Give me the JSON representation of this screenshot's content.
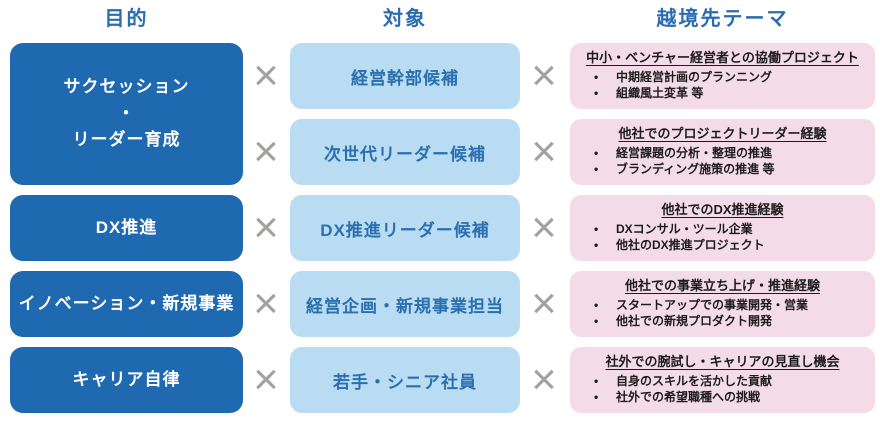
{
  "headers": {
    "purpose": "目的",
    "target": "対象",
    "theme": "越境先テーマ"
  },
  "purposes": [
    {
      "label": "サクセッション\n・\nリーダー育成"
    },
    {
      "label": "DX推進"
    },
    {
      "label": "イノベーション・新規事業"
    },
    {
      "label": "キャリア自律"
    }
  ],
  "rows": [
    {
      "target": "経営幹部候補",
      "theme_title": "中小・ベンチャー経営者との協働プロジェクト",
      "theme_bullets": [
        "中期経営計画のプランニング",
        "組織風土変革 等"
      ]
    },
    {
      "target": "次世代リーダー候補",
      "theme_title": "他社でのプロジェクトリーダー経験",
      "theme_bullets": [
        "経営課題の分析・整理の推進",
        "ブランディング施策の推進 等"
      ]
    },
    {
      "target": "DX推進リーダー候補",
      "theme_title": "他社でのDX推進経験",
      "theme_bullets": [
        "DXコンサル・ツール企業",
        "他社のDX推進プロジェクト"
      ]
    },
    {
      "target": "経営企画・新規事業担当",
      "theme_title": "他社での事業立ち上げ・推進経験",
      "theme_bullets": [
        "スタートアップでの事業開発・営業",
        "他社での新規プロダクト開発"
      ]
    },
    {
      "target": "若手・シニア社員",
      "theme_title": "社外での腕試し・キャリアの見直し機会",
      "theme_bullets": [
        "自身のスキルを活かした貢献",
        "社外での希望職種への挑戦"
      ]
    }
  ],
  "icons": {
    "times": "×"
  },
  "colors": {
    "purpose_box": "#1f69b0",
    "purpose_text": "#ffffff",
    "target_box": "#b9dcf2",
    "target_text": "#2a6fae",
    "theme_box": "#f4dbe8",
    "theme_text": "#1c1c1c",
    "header_text": "#2b6cb0",
    "times_mark": "#a2a2a0"
  }
}
